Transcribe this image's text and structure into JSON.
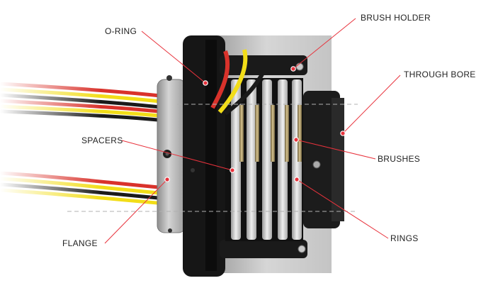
{
  "labels": {
    "o_ring": "O-RING",
    "brush_holder": "BRUSH HOLDER",
    "through_bore": "THROUGH BORE",
    "spacers": "SPACERS",
    "brushes": "BRUSHES",
    "flange": "FLANGE",
    "rings": "RINGS"
  },
  "colors": {
    "leader_line": "#e8323c",
    "label_text": "#222222",
    "housing_black": "#141414",
    "housing_shadow": "#bdbdbd",
    "flange_metal": "#b9b9b9",
    "ring_silver": "#d7d7d7",
    "wire_red": "#d9322b",
    "wire_yellow": "#f2dd18",
    "wire_black": "#1a1a1a",
    "brush_brass": "#b8a57a",
    "centerline": "#b0b0b0"
  }
}
